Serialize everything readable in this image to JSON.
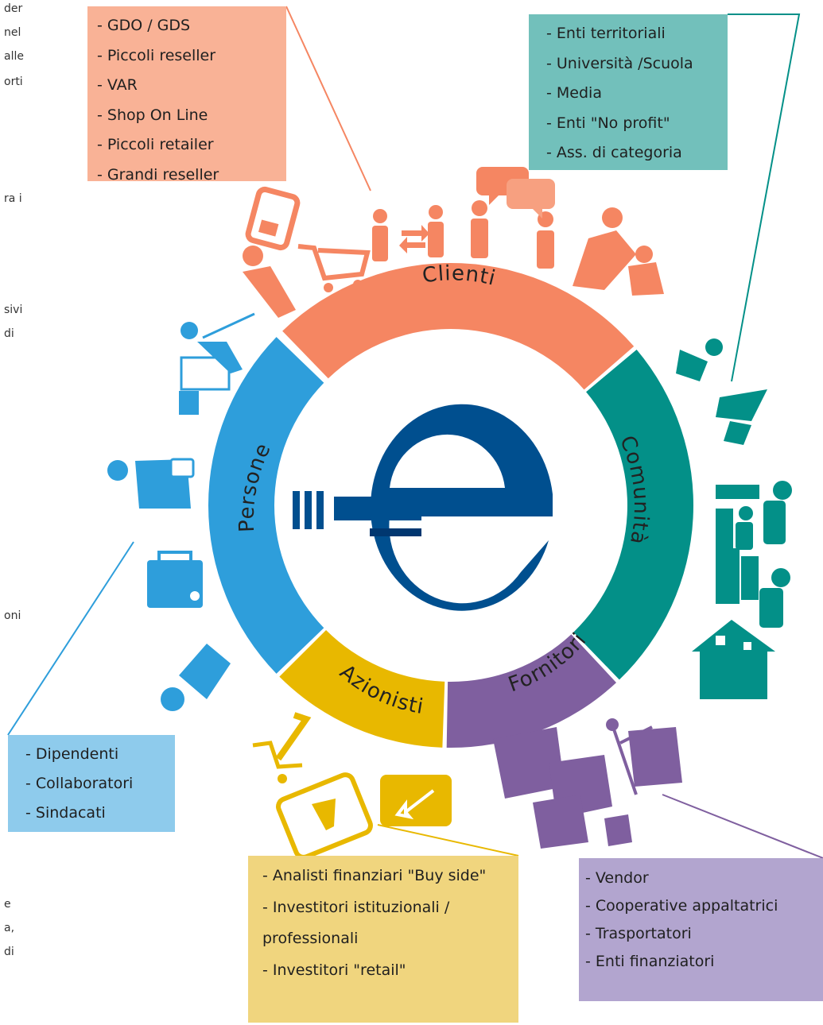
{
  "side_text_fragments": [
    "der",
    "nel",
    "alle",
    "orti",
    "ra i",
    "sivi",
    "di",
    "oni",
    "e",
    "a,",
    "di"
  ],
  "colors": {
    "clienti": "#f58662",
    "comunita": "#039088",
    "fornitori": "#7f5f9f",
    "azionisti": "#e8b800",
    "persone": "#2e9edb",
    "logo": "#004f8f",
    "logo_shadow": "#003770"
  },
  "segments": [
    {
      "id": "clienti",
      "label": "Clienti"
    },
    {
      "id": "comunita",
      "label": "Comunità"
    },
    {
      "id": "fornitori",
      "label": "Fornitori"
    },
    {
      "id": "azionisti",
      "label": "Azionisti"
    },
    {
      "id": "persone",
      "label": "Persone"
    }
  ],
  "boxes": {
    "clienti": [
      "- GDO / GDS",
      "- Piccoli reseller",
      "- VAR",
      "- Shop On Line",
      "- Piccoli retailer",
      "- Grandi reseller"
    ],
    "comunita": [
      "- Enti territoriali",
      "- Università /Scuola",
      "- Media",
      "- Enti \"No profit\"",
      "- Ass. di categoria"
    ],
    "persone": [
      "- Dipendenti",
      "- Collaboratori",
      "- Sindacati"
    ],
    "azionisti": [
      "- Analisti finanziari \"Buy side\"",
      "- Investitori istituzionali / professionali",
      "- Investitori \"retail\""
    ],
    "fornitori": [
      "- Vendor",
      "- Cooperative appaltatrici",
      "- Trasportatori",
      "- Enti finanziatori"
    ]
  },
  "icons": {
    "clienti": [
      "mobile-phone-icon",
      "shopping-cart-icon",
      "exchange-arrows-icon",
      "people-icon",
      "speech-bubbles-icon",
      "handshake-icon"
    ],
    "comunita": [
      "graduation-cap-icon",
      "family-icon",
      "house-icon"
    ],
    "fornitori": [
      "boxes-icon",
      "hand-truck-icon"
    ],
    "azionisti": [
      "shopping-trolley-icon",
      "tablet-chart-icon",
      "down-arrow-sign-icon"
    ],
    "persone": [
      "office-worker-icon",
      "doctor-icon",
      "briefcase-icon",
      "worker-icon"
    ],
    "logo": "e-logo-icon"
  }
}
